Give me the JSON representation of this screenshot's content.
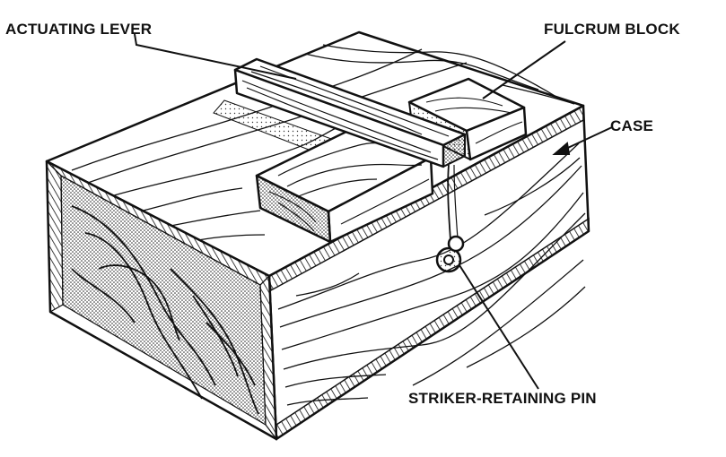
{
  "labels": {
    "actuating_lever": "ACTUATING LEVER",
    "fulcrum_block": "FULCRUM BLOCK",
    "case": "CASE",
    "striker_retaining_pin": "STRIKER-RETAINING PIN"
  },
  "colors": {
    "ink": "#111111",
    "paper": "#ffffff",
    "stipple": "#8a8a8a"
  }
}
